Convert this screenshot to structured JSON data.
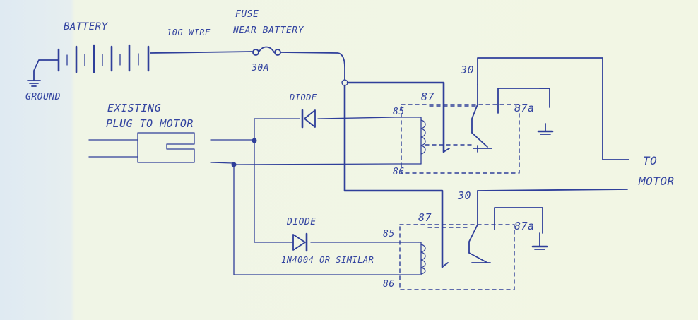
{
  "labels": {
    "battery": "BATTERY",
    "wire": "10G WIRE",
    "fuse_line1": "FUSE",
    "fuse_line2": "NEAR BATTERY",
    "fuse_rating": "30A",
    "ground": "GROUND",
    "plug_line1": "EXISTING",
    "plug_line2": "PLUG TO MOTOR",
    "diode_top": "DIODE",
    "diode_bottom": "DIODE",
    "diode_note": "1N4004 OR SIMILAR",
    "to_motor_line1": "TO",
    "to_motor_line2": "MOTOR"
  },
  "relay_top": {
    "pin30": "30",
    "pin87": "87",
    "pin87a": "87a",
    "pin85": "85",
    "pin86": "86"
  },
  "relay_bottom": {
    "pin30": "30",
    "pin87": "87",
    "pin87a": "87a",
    "pin85": "85",
    "pin86": "86"
  },
  "colors": {
    "ink": "#2f3f9a",
    "paper": "#f2f6e4"
  }
}
